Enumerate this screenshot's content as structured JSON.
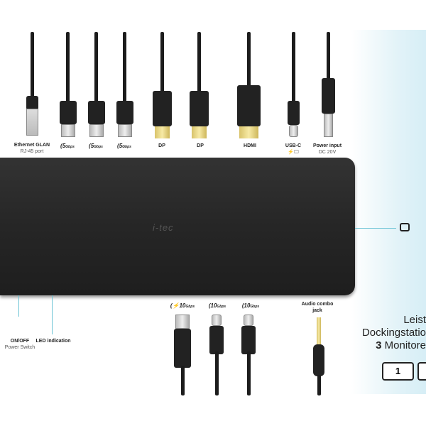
{
  "top_ports": [
    {
      "label": "Ethernet GLAN",
      "sub": "RJ-45 port"
    },
    {
      "label": "",
      "speed": "5",
      "unit": "Gbps"
    },
    {
      "label": "",
      "speed": "5",
      "unit": "Gbps"
    },
    {
      "label": "",
      "speed": "5",
      "unit": "Gbps"
    },
    {
      "label": "DP"
    },
    {
      "label": "DP"
    },
    {
      "label": "HDMI"
    },
    {
      "label": "USB-C",
      "sub": "⚡🖵"
    },
    {
      "label": "Power input",
      "sub": "DC 20V"
    }
  ],
  "bottom_ports": [
    {
      "label": "ON/OFF",
      "sub": "Power Switch"
    },
    {
      "label": "LED indication"
    },
    {
      "speed": "⚡10",
      "unit": "Gbps"
    },
    {
      "speed": "10",
      "unit": "Gbps"
    },
    {
      "speed": "10",
      "unit": "Gbps"
    },
    {
      "label": "Audio combo",
      "sub": "jack"
    }
  ],
  "logo": "i-tec",
  "promo": {
    "line1": "Leist",
    "line2": "Dockingstatio",
    "count": "3",
    "line3": " Monitore",
    "monitors": [
      "1",
      ""
    ]
  },
  "colors": {
    "accent_line": "#6cc3d5",
    "dock": "#2a2a2a",
    "background_panel": "#e3f3f8"
  }
}
